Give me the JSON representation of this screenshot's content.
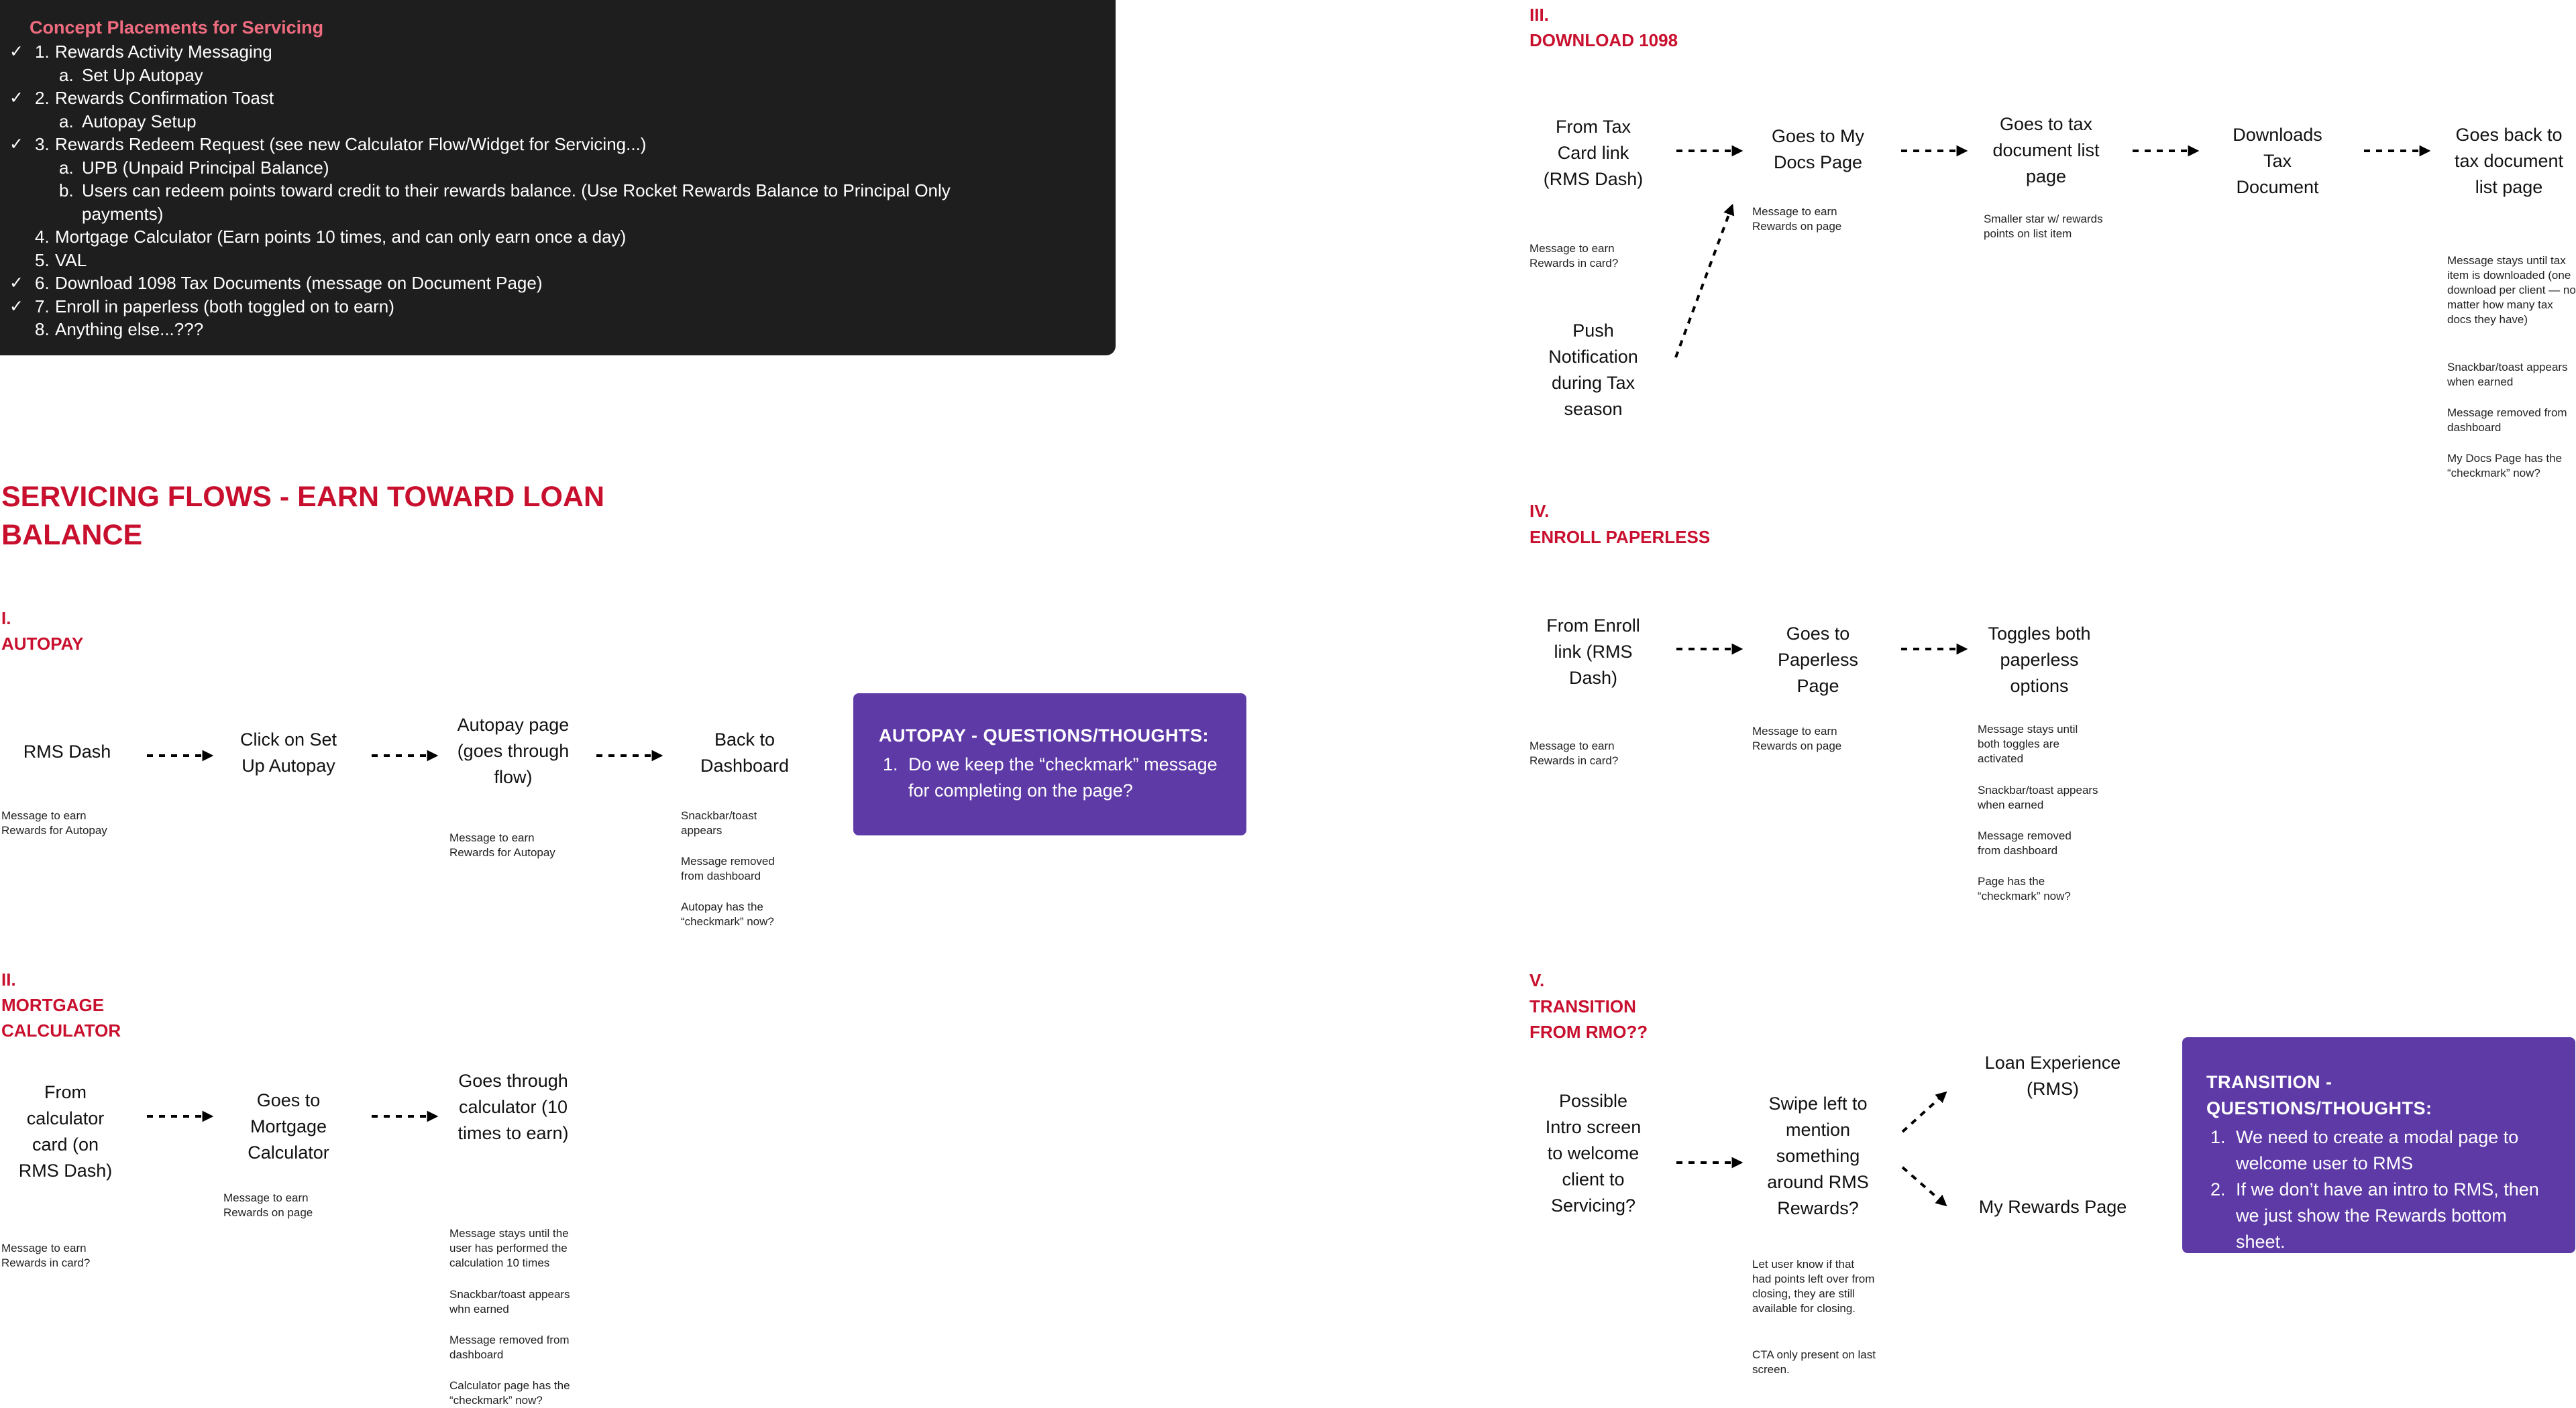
{
  "concept": {
    "title": "Concept Placements for Servicing",
    "items": [
      {
        "checked": true,
        "num": "1.",
        "text": "Rewards Activity Messaging",
        "level": 0
      },
      {
        "checked": false,
        "num": "a.",
        "text": "Set Up Autopay",
        "level": 1
      },
      {
        "checked": true,
        "num": "2.",
        "text": "Rewards Confirmation Toast",
        "level": 0
      },
      {
        "checked": false,
        "num": "a.",
        "text": "Autopay Setup",
        "level": 1
      },
      {
        "checked": true,
        "num": "3.",
        "text": "Rewards Redeem Request (see new Calculator Flow/Widget for Servicing...)",
        "level": 0
      },
      {
        "checked": false,
        "num": "a.",
        "text": "UPB (Unpaid Principal Balance)",
        "level": 1
      },
      {
        "checked": false,
        "num": "b.",
        "text": "Users can redeem points toward credit to their rewards balance. (Use Rocket Rewards Balance to Principal Only payments)",
        "level": 1
      },
      {
        "checked": false,
        "num": "4.",
        "text": "Mortgage Calculator (Earn points 10 times, and can only earn once a day)",
        "level": 0
      },
      {
        "checked": false,
        "num": "5.",
        "text": "VAL",
        "level": 0
      },
      {
        "checked": true,
        "num": "6.",
        "text": "Download 1098 Tax Documents (message on Document Page)",
        "level": 0
      },
      {
        "checked": true,
        "num": "7.",
        "text": "Enroll in paperless (both toggled on to earn)",
        "level": 0
      },
      {
        "checked": false,
        "num": "8.",
        "text": "Anything else...???",
        "level": 0
      }
    ]
  },
  "check_glyph": "✓",
  "main_title": "SERVICING FLOWS - EARN TOWARD LOAN BALANCE",
  "autopay": {
    "num": "I.",
    "label": "AUTOPAY",
    "nodes": [
      "RMS Dash",
      "Click on Set Up Autopay",
      "Autopay page (goes through flow)",
      "Back to Dashboard"
    ],
    "notes": [
      "Message to earn Rewards for Autopay",
      "Message to earn Rewards for Autopay",
      "Snackbar/toast appears",
      "Message removed from dashboard",
      "Autopay has the “checkmark” now?"
    ],
    "q_title": "AUTOPAY  - QUESTIONS/THOUGHTS:",
    "q_items": [
      "Do we keep the “checkmark” message for completing on the page?"
    ]
  },
  "mortgage": {
    "num": "II.",
    "label1": "MORTGAGE",
    "label2": "CALCULATOR",
    "nodes": [
      "From calculator card (on RMS Dash)",
      "Goes to Mortgage Calculator",
      "Goes through calculator (10 times to earn)"
    ],
    "notes": [
      "Message to earn Rewards in card?",
      "Message to earn Rewards on page",
      "Message stays until the user has performed the calculation 10 times",
      "Snackbar/toast appears whn earned",
      "Message removed from dashboard",
      "Calculator page has the “checkmark” now?"
    ]
  },
  "download": {
    "num": "III.",
    "label": "DOWNLOAD 1098",
    "nodes": [
      "From Tax Card link (RMS Dash)",
      "Goes to My Docs Page",
      "Goes to tax document list page",
      "Downloads Tax Document",
      "Goes back to tax document list page",
      "Push Notification during Tax season"
    ],
    "notes": [
      "Message to earn Rewards in card?",
      "Message to earn Rewards on page",
      "Smaller star w/ rewards points on list item",
      "Message stays until tax item is downloaded (one download per client — no matter how many tax docs they have)",
      "Snackbar/toast appears when earned",
      "Message removed from dashboard",
      "My Docs Page has the “checkmark” now?"
    ]
  },
  "paperless": {
    "num": "IV.",
    "label": "ENROLL PAPERLESS",
    "nodes": [
      "From Enroll link (RMS Dash)",
      "Goes to Paperless Page",
      "Toggles both paperless options"
    ],
    "notes": [
      "Message to earn Rewards in card?",
      "Message to earn Rewards on page",
      "Message stays until both toggles are activated",
      "Snackbar/toast appears when earned",
      "Message removed from dashboard",
      "Page has the “checkmark” now?"
    ]
  },
  "transition": {
    "num": "V.",
    "label1": "TRANSITION",
    "label2": "FROM RMO??",
    "nodes": [
      "Possible Intro screen to welcome client to Servicing?",
      "Swipe left to mention something around RMS Rewards?",
      "Loan Experience (RMS)",
      "My Rewards Page"
    ],
    "notes": [
      "Let user know if that had points left over from closing, they are still available for closing.",
      "CTA only present on last screen."
    ],
    "q_title": "TRANSITION  - QUESTIONS/THOUGHTS:",
    "q_items": [
      "We need to create a modal page to welcome user to RMS",
      "If we don’t have an intro to RMS, then we just show the Rewards bottom sheet."
    ]
  },
  "colors": {
    "accent_red": "#c8102e",
    "card_bg": "#1f1e1e",
    "card_title": "#ef6b7f",
    "question_box": "#5e3aa7"
  }
}
